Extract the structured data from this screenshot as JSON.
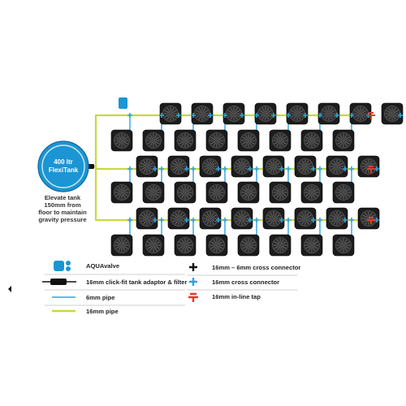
{
  "tank": {
    "capacity": "400 ltr",
    "name": "FlexiTank",
    "note_lines": [
      "Elevate tank",
      "150mm from",
      "floor to maintain",
      "gravity pressure"
    ]
  },
  "grid": {
    "rows": 6,
    "pots_per_row": 8,
    "has_aquavalve_at_first_pot": true
  },
  "legend": {
    "aquavalve": "AQUAvalve",
    "adaptor": "16mm click-fit tank adaptor & filter",
    "pipe6": "6mm pipe",
    "pipe16": "16mm pipe",
    "cross_6": "16mm – 6mm cross connector",
    "cross_16": "16mm cross connector",
    "inline_tap": "16mm in-line tap"
  },
  "colors": {
    "pipe_16mm": "#c6da3e",
    "pipe_6mm": "#2aa4e0",
    "tank": "#1b95d4",
    "aquavalve": "#1b95d4",
    "tap": "#e03a2a",
    "pot": "#1c1c1c"
  }
}
